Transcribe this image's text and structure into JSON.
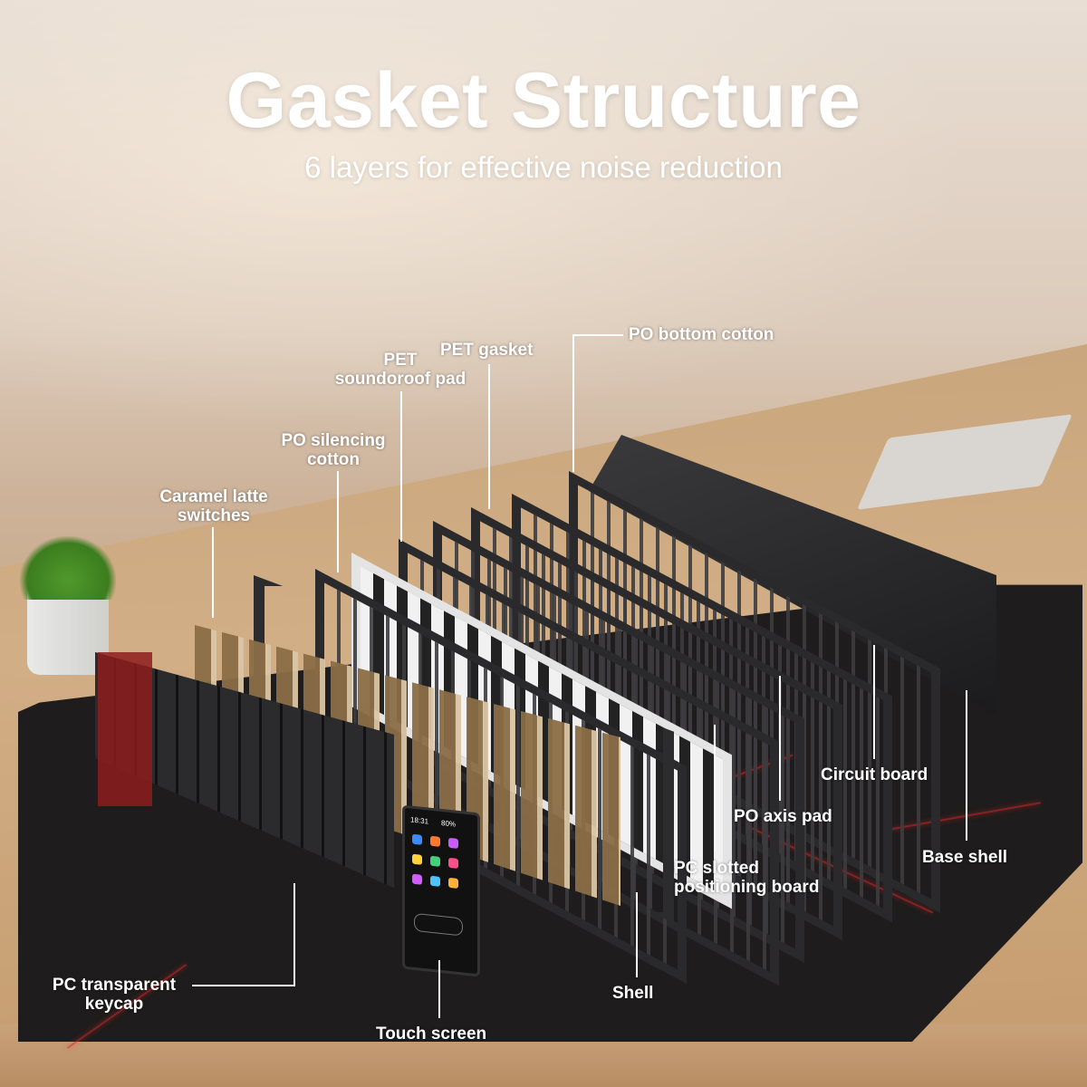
{
  "heading": {
    "title": "Gasket Structure",
    "subtitle": "6 layers for effective noise reduction"
  },
  "labels": {
    "po_bottom_cotton": "PO bottom cotton",
    "pet_gasket": "PET gasket",
    "pet_soundproof_line1": "PET",
    "pet_soundproof_line2": "soundoroof pad",
    "po_silencing_line1": "PO silencing",
    "po_silencing_line2": "cotton",
    "caramel_line1": "Caramel latte",
    "caramel_line2": "switches",
    "circuit_board": "Circuit board",
    "po_axis_pad": "PO axis pad",
    "base_shell": "Base shell",
    "pc_slotted_line1": "PC slotted",
    "pc_slotted_line2": "positioning board",
    "pc_keycap_line1": "PC transparent",
    "pc_keycap_line2": "keycap",
    "shell": "Shell",
    "touch_screen": "Touch screen"
  },
  "screen": {
    "time": "18:31",
    "battery": "80%"
  }
}
